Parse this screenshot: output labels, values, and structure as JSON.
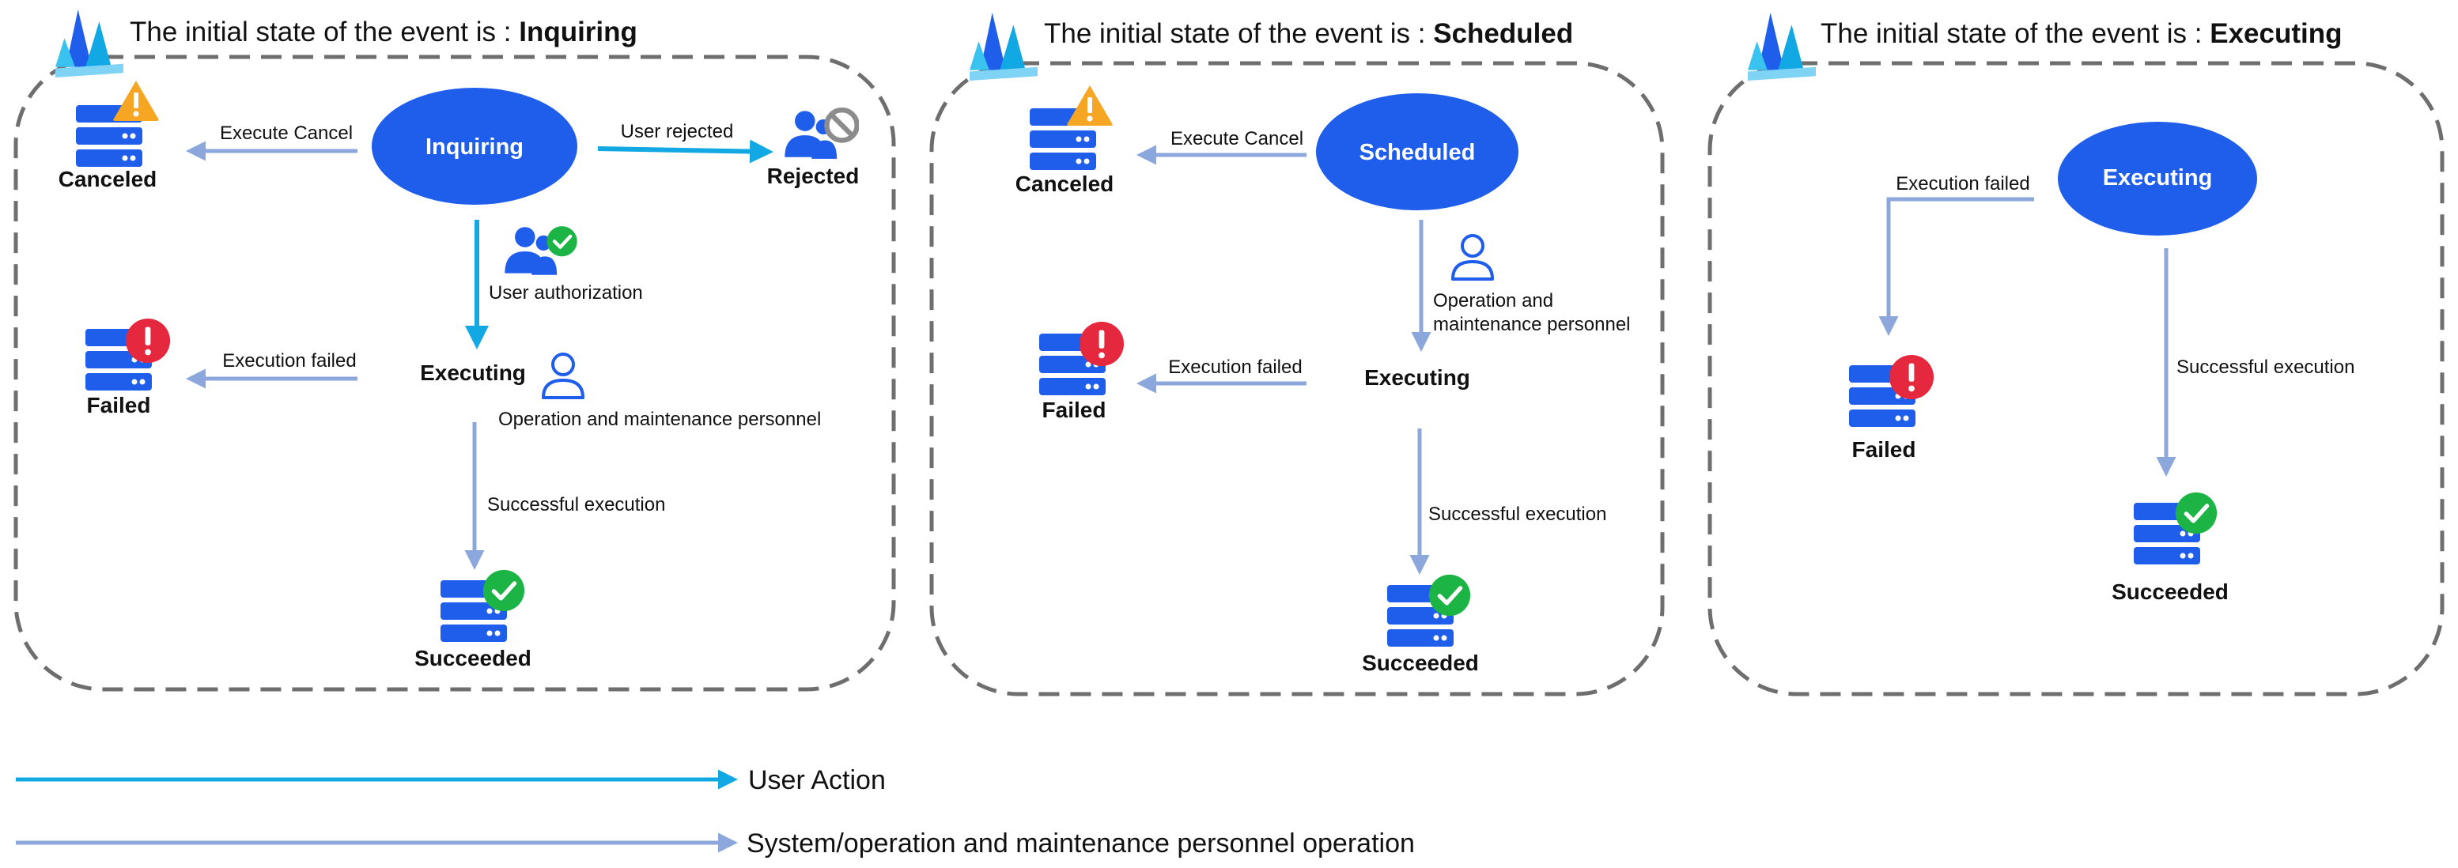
{
  "colors": {
    "user_action": "#12A8E3",
    "system_action": "#8BA7DB",
    "primary_blue": "#1F5DEB",
    "warning": "#F6A623",
    "error": "#E5283E",
    "success": "#1DB446",
    "border": "#6E6E6E"
  },
  "panels": [
    {
      "title_prefix": "The initial state of the event is : ",
      "title_state": "Inquiring",
      "start": "Inquiring",
      "canceled": "Canceled",
      "execute_cancel": "Execute Cancel",
      "user_rejected": "User rejected",
      "rejected": "Rejected",
      "user_authorization": "User authorization",
      "executing": "Executing",
      "om_personnel": "Operation and maintenance personnel",
      "execution_failed": "Execution failed",
      "failed": "Failed",
      "successful_execution": "Successful execution",
      "succeeded": "Succeeded"
    },
    {
      "title_prefix": "The initial state of the event is : ",
      "title_state": "Scheduled",
      "start": "Scheduled",
      "canceled": "Canceled",
      "execute_cancel": "Execute Cancel",
      "om_line1": "Operation and",
      "om_line2": "maintenance personnel",
      "executing": "Executing",
      "execution_failed": "Execution failed",
      "failed": "Failed",
      "successful_execution": "Successful execution",
      "succeeded": "Succeeded"
    },
    {
      "title_prefix": "The initial state of the event is : ",
      "title_state": "Executing",
      "start": "Executing",
      "execution_failed": "Execution failed",
      "failed": "Failed",
      "successful_execution": "Successful execution",
      "succeeded": "Succeeded"
    }
  ],
  "legend": {
    "user_action": "User Action",
    "system_action": "System/operation and maintenance personnel operation"
  }
}
